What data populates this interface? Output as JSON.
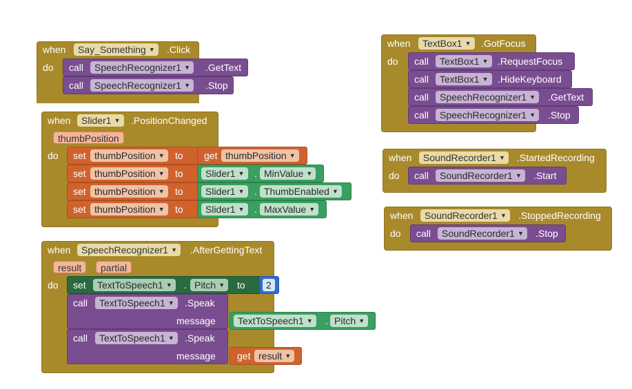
{
  "kw": {
    "when": "when",
    "do": "do",
    "call": "call",
    "set": "set",
    "get": "get",
    "to": "to",
    "dot": ".",
    "message": "message"
  },
  "blocks": {
    "b1": {
      "component": "Say_Something",
      "event": ".Click",
      "calls": [
        {
          "component": "SpeechRecognizer1",
          "method": ".GetText"
        },
        {
          "component": "SpeechRecognizer1",
          "method": ".Stop"
        }
      ]
    },
    "b2": {
      "component": "Slider1",
      "event": ".PositionChanged",
      "param": "thumbPosition",
      "rows": [
        {
          "var": "thumbPosition",
          "value_kind": "get",
          "value_text": "thumbPosition",
          "component": "",
          "property": ""
        },
        {
          "var": "thumbPosition",
          "value_kind": "component",
          "component": "Slider1",
          "property": "MinValue"
        },
        {
          "var": "thumbPosition",
          "value_kind": "component",
          "component": "Slider1",
          "property": "ThumbEnabled"
        },
        {
          "var": "thumbPosition",
          "value_kind": "component",
          "component": "Slider1",
          "property": "MaxValue"
        }
      ]
    },
    "b3": {
      "component": "SpeechRecognizer1",
      "event": ".AfterGettingText",
      "params": [
        "result",
        "partial"
      ],
      "set_component": "TextToSpeech1",
      "set_property": "Pitch",
      "set_value": "2",
      "speak1": {
        "component": "TextToSpeech1",
        "method": ".Speak",
        "arg_component": "TextToSpeech1",
        "arg_property": "Pitch"
      },
      "speak2": {
        "component": "TextToSpeech1",
        "method": ".Speak",
        "arg_get": "result"
      }
    },
    "b4": {
      "component": "TextBox1",
      "event": ".GotFocus",
      "calls": [
        {
          "component": "TextBox1",
          "method": ".RequestFocus"
        },
        {
          "component": "TextBox1",
          "method": ".HideKeyboard"
        },
        {
          "component": "SpeechRecognizer1",
          "method": ".GetText"
        },
        {
          "component": "SpeechRecognizer1",
          "method": ".Stop"
        }
      ]
    },
    "b5": {
      "component": "SoundRecorder1",
      "event": ".StartedRecording",
      "call": {
        "component": "SoundRecorder1",
        "method": ".Start"
      }
    },
    "b6": {
      "component": "SoundRecorder1",
      "event": ".StoppedRecording",
      "call": {
        "component": "SoundRecorder1",
        "method": ".Stop"
      }
    }
  },
  "colors": {
    "event": "#a88a2a",
    "procedure": "#7a4d91",
    "variable": "#d0622d",
    "component": "#3a9f60",
    "component_setter": "#296a3f",
    "math": "#2f6dd0"
  },
  "icons": {
    "dropdown": "triangle-down-icon"
  }
}
